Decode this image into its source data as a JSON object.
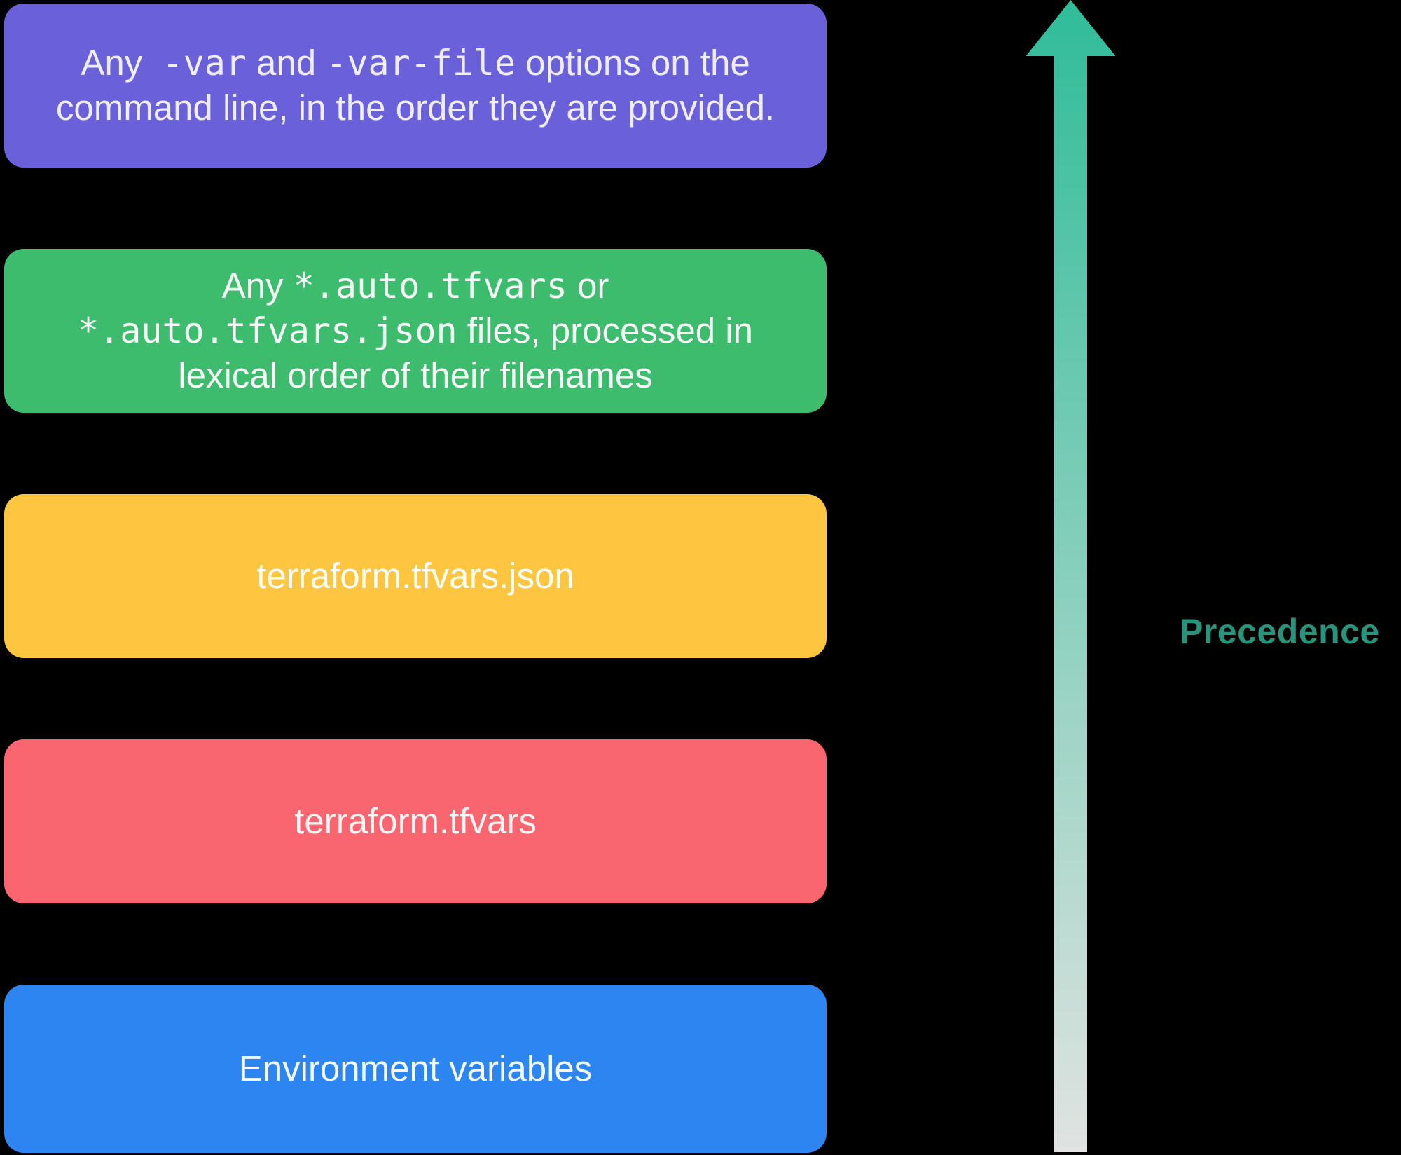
{
  "background": "#000000",
  "boxes": [
    {
      "name": "cli-var-options",
      "color": "#6A61DA",
      "text_color": "#EFEDFC",
      "lines": [
        [
          {
            "t": "Any  "
          },
          {
            "t": "-var",
            "mono": true
          },
          {
            "t": " and "
          },
          {
            "t": "-var-file",
            "mono": true
          },
          {
            "t": " options on the"
          }
        ],
        [
          {
            "t": "command line, in the order they are provided."
          }
        ]
      ]
    },
    {
      "name": "auto-tfvars-files",
      "color": "#3EBC6E",
      "text_color": "#F4FBF6",
      "lines": [
        [
          {
            "t": "Any "
          },
          {
            "t": "*.auto.tfvars",
            "mono": true
          },
          {
            "t": " or"
          }
        ],
        [
          {
            "t": "*.auto.tfvars.json",
            "mono": true
          },
          {
            "t": " files, processed in"
          }
        ],
        [
          {
            "t": "lexical order of their filenames"
          }
        ]
      ]
    },
    {
      "name": "terraform-tfvars-json",
      "color": "#FDC540",
      "text_color": "#FEFDF6",
      "lines": [
        [
          {
            "t": "terraform.tfvars.json"
          }
        ]
      ]
    },
    {
      "name": "terraform-tfvars",
      "color": "#F9666F",
      "text_color": "#FEF4F5",
      "lines": [
        [
          {
            "t": "terraform.tfvars"
          }
        ]
      ]
    },
    {
      "name": "environment-variables",
      "color": "#2D85F2",
      "text_color": "#F3F8FE",
      "lines": [
        [
          {
            "t": "Environment variables"
          }
        ]
      ]
    }
  ],
  "arrow": {
    "label": "Precedence",
    "label_color": "#27947C",
    "gradient_top": "#30BC99",
    "gradient_bottom": "#E0E3E1"
  }
}
